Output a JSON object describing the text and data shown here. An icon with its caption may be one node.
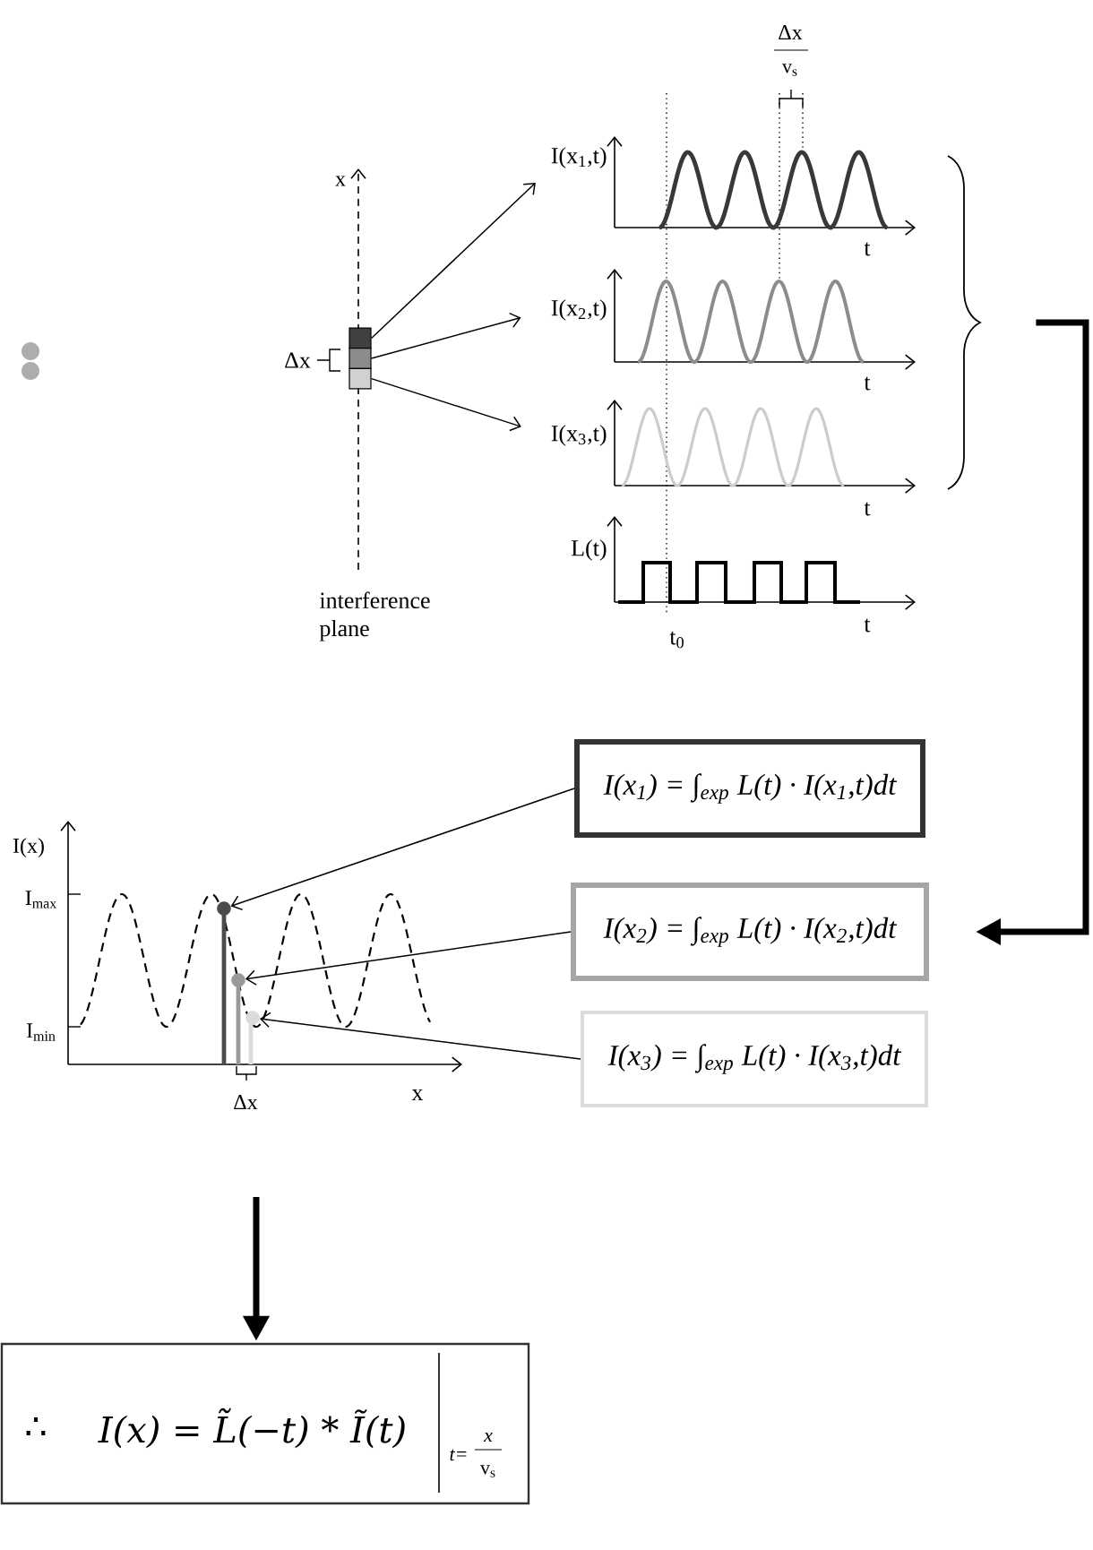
{
  "diagram": {
    "nodes": [
      {
        "text": [],
        "shape": "box"
      },
      {
        "text": [],
        "shape": "box"
      },
      {
        "text": [],
        "shape": "box"
      },
      {
        "text": [
          "I(x$_{1}$,t)"
        ]
      },
      {
        "text": [
          "I(x$_{2}$,t)"
        ]
      },
      {
        "text": [
          "I(x$_{3}$,t)"
        ]
      },
      {
        "text": [],
        "shape": "brace"
      },
      {
        "text": [
          "I(x$_{1}$) = ∫$_{exp}$ L(t) · I(x$_{1}$,t)dt"
        ]
      },
      {
        "text": [
          "I(x$_{2}$) = ∫$_{exp}$ L(t) · I(x$_{2}$,t)dt"
        ]
      },
      {
        "text": [
          "I(x$_{3}$) = ∫$_{exp}$ L(t) · I(x$_{3}$,t)dt"
        ]
      },
      {
        "text": [],
        "shape": "circle"
      },
      {
        "text": [],
        "shape": "circle"
      },
      {
        "text": [],
        "shape": "circle"
      },
      {
        "text": [
          "∴",
          "I(x) = L̃(−t) * Ĩ(t)",
          "t=",
          "x",
          "v$_{s}$"
        ]
      }
    ],
    "edges": [
      {
        "from": 0,
        "to": 3,
        "arrow": "to"
      },
      {
        "from": 1,
        "to": 4,
        "arrow": "to"
      },
      {
        "from": 2,
        "to": 5,
        "arrow": "to"
      },
      {
        "from": 6,
        "to": 8,
        "arrow": "to",
        "style": "thick"
      },
      {
        "from": 7,
        "to": 10,
        "arrow": "to"
      },
      {
        "from": 8,
        "to": 11,
        "arrow": "to"
      },
      {
        "from": 9,
        "to": 12,
        "arrow": "to"
      },
      {
        "from": null,
        "to": 13,
        "arrow": "to",
        "style": "thick"
      }
    ],
    "labels": [
      "Δx",
      "v$_{s}$",
      "x",
      "t",
      "Δx",
      "t",
      "t",
      "L(t)",
      "interference plane",
      "t",
      "t$_{0}$",
      "I(x)",
      "I$_{max}$",
      "I$_{min}$",
      "x",
      "Δx"
    ]
  }
}
